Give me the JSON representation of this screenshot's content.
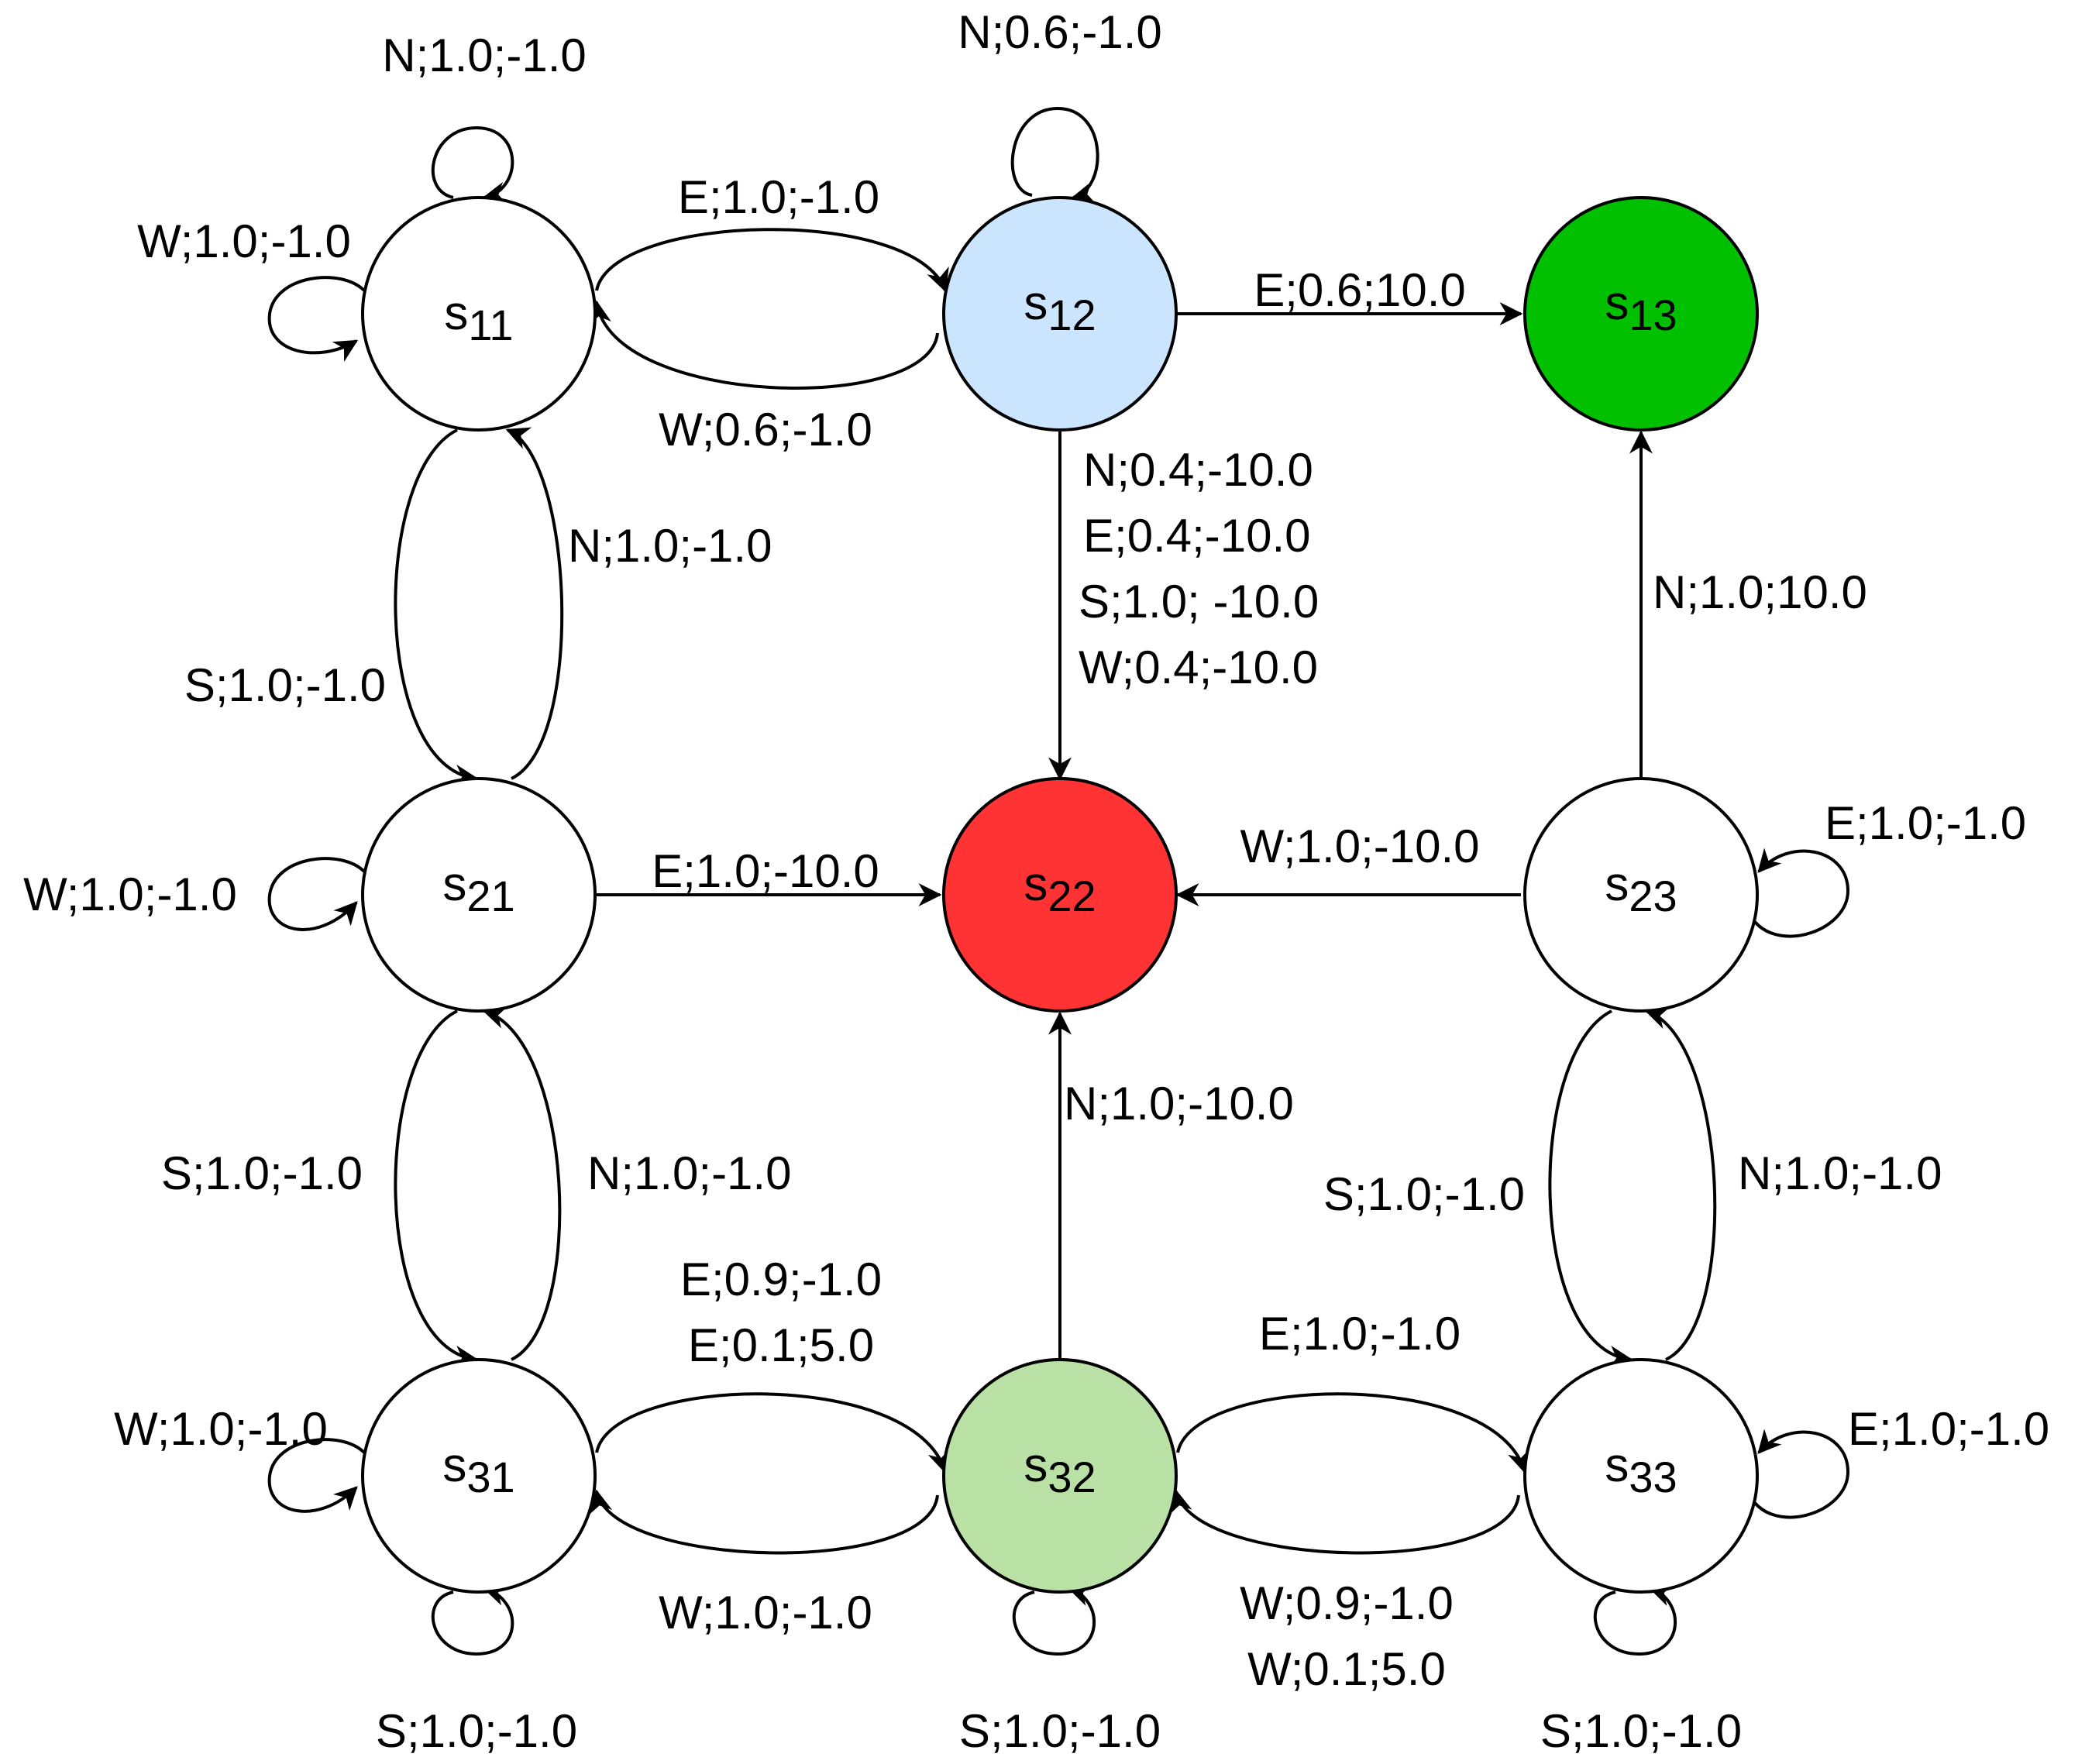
{
  "colors": {
    "s11": "#ffffff",
    "s12": "#cce5ff",
    "s13": "#00c000",
    "s21": "#ffffff",
    "s22": "#ff3333",
    "s23": "#ffffff",
    "s31": "#ffffff",
    "s32": "#b9e0a5",
    "s33": "#ffffff"
  },
  "nodes": {
    "s11": {
      "base": "s",
      "sub": "11"
    },
    "s12": {
      "base": "s",
      "sub": "12"
    },
    "s13": {
      "base": "s",
      "sub": "13"
    },
    "s21": {
      "base": "s",
      "sub": "21"
    },
    "s22": {
      "base": "s",
      "sub": "22"
    },
    "s23": {
      "base": "s",
      "sub": "23"
    },
    "s31": {
      "base": "s",
      "sub": "31"
    },
    "s32": {
      "base": "s",
      "sub": "32"
    },
    "s33": {
      "base": "s",
      "sub": "33"
    }
  },
  "labels": {
    "s11_N": "N;1.0;-1.0",
    "s11_W": "W;1.0;-1.0",
    "s11_s12_E": "E;1.0;-1.0",
    "s12_s11_W": "W;0.6;-1.0",
    "s12_N": "N;0.6;-1.0",
    "s12_s13_E": "E;0.6;10.0",
    "s12_s22_1": "N;0.4;-10.0",
    "s12_s22_2": "E;0.4;-10.0",
    "s12_s22_3": "S;1.0; -10.0",
    "s12_s22_4": "W;0.4;-10.0",
    "s21_s11_N": "N;1.0;-1.0",
    "s11_s21_S": "S;1.0;-1.0",
    "s21_W": "W;1.0;-1.0",
    "s21_s22_E": "E;1.0;-10.0",
    "s23_s13_N": "N;1.0;10.0",
    "s23_s22_W": "W;1.0;-10.0",
    "s23_E": "E;1.0;-1.0",
    "s21_s31_S": "S;1.0;-1.0",
    "s31_s21_N": "N;1.0;-1.0",
    "s32_s22_N": "N;1.0;-10.0",
    "s23_s33_S": "S;1.0;-1.0",
    "s33_s23_N": "N;1.0;-1.0",
    "s31_s32_1": "E;0.9;-1.0",
    "s31_s32_2": "E;0.1;5.0",
    "s32_s33_E": "E;1.0;-1.0",
    "s31_W": "W;1.0;-1.0",
    "s33_E": "E;1.0;-1.0",
    "s32_s31_W": "W;1.0;-1.0",
    "s33_s32_1": "W;0.9;-1.0",
    "s33_s32_2": "W;0.1;5.0",
    "s31_S": "S;1.0;-1.0",
    "s32_S": "S;1.0;-1.0",
    "s33_S": "S;1.0;-1.0"
  }
}
